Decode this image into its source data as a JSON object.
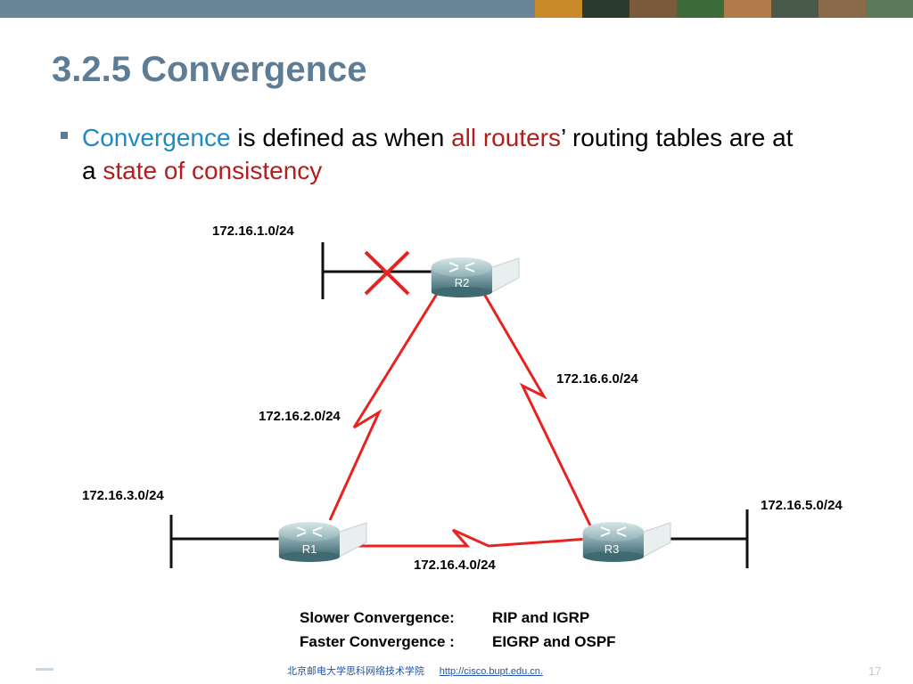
{
  "slide": {
    "title": "3.2.5 Convergence",
    "bullet": {
      "term": "Convergence",
      "text1": " is defined as when ",
      "emph1": "all routers",
      "text2": "’ routing tables are at a ",
      "emph2": "state of consistency"
    }
  },
  "diagram": {
    "routers": [
      "R1",
      "R2",
      "R3"
    ],
    "networks": {
      "n1": "172.16.1.0/24",
      "n2": "172.16.2.0/24",
      "n3": "172.16.3.0/24",
      "n4": "172.16.4.0/24",
      "n5": "172.16.5.0/24",
      "n6": "172.16.6.0/24"
    },
    "link_color": "#e8231f"
  },
  "legend": [
    {
      "key": "Slower Convergence:",
      "value": "RIP and IGRP"
    },
    {
      "key": "Faster Convergence :",
      "value": "EIGRP and OSPF"
    }
  ],
  "footer": {
    "school": "北京邮电大学思科网络技术学院",
    "url": "http://cisco.bupt.edu.cn.",
    "page": "17"
  }
}
